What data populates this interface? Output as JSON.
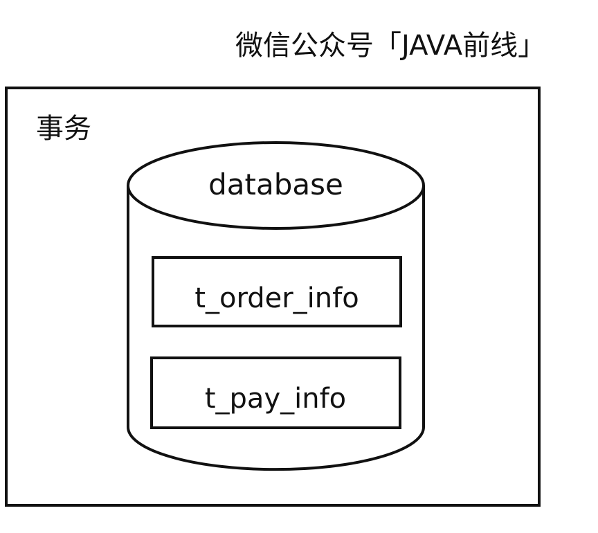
{
  "watermark": {
    "text": "微信公众号「JAVA前线」"
  },
  "transaction": {
    "label": "事务"
  },
  "database": {
    "label": "database",
    "tables": [
      "t_order_info",
      "t_pay_info"
    ]
  }
}
